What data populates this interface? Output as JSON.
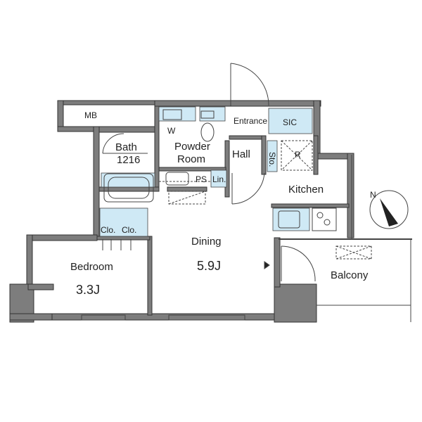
{
  "rooms": {
    "mb": "MB",
    "entrance": "Entrance",
    "sic": "SIC",
    "bath": "Bath",
    "bath_size": "1216",
    "w": "W",
    "powder": "Powder",
    "room": "Room",
    "hall": "Hall",
    "sto": "Sto.",
    "r": "R",
    "ps": "PS",
    "lin": "Lin.",
    "kitchen": "Kitchen",
    "clo1": "Clo.",
    "clo2": "Clo.",
    "dining": "Dining",
    "dining_size": "5.9J",
    "bedroom": "Bedroom",
    "bedroom_size": "3.3J",
    "balcony": "Balcony"
  },
  "compass": {
    "label": "N"
  },
  "colors": {
    "wall": "#7d7d7d",
    "wall_edge": "#333333",
    "storage": "#cfe9f5",
    "line": "#444444"
  }
}
